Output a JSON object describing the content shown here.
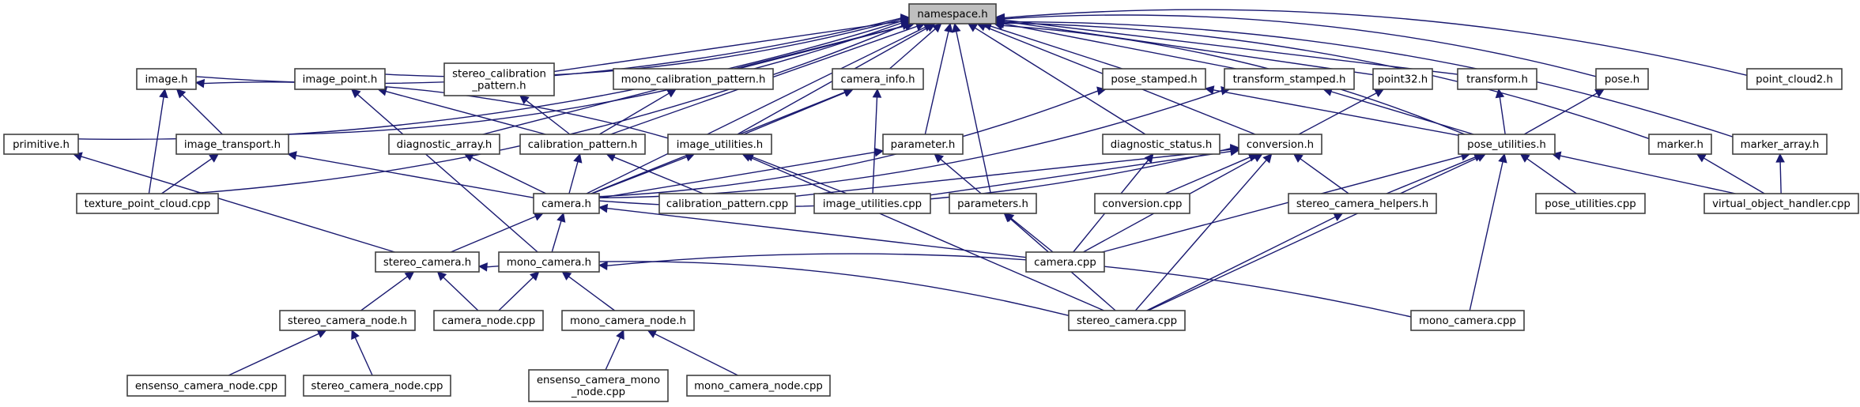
{
  "title": "namespace.h include dependency graph",
  "colors": {
    "edge": "#191970",
    "root_fill": "#bfbfbf",
    "node_fill": "#ffffff",
    "node_border": "#404040"
  },
  "nodes": [
    {
      "id": "namespace_h",
      "label": "namespace.h",
      "root": true
    },
    {
      "id": "image_h",
      "label": "image.h"
    },
    {
      "id": "image_point_h",
      "label": "image_point.h"
    },
    {
      "id": "stereo_calibration_pattern_h",
      "label": "stereo_calibration\n_pattern.h"
    },
    {
      "id": "mono_calibration_pattern_h",
      "label": "mono_calibration_pattern.h"
    },
    {
      "id": "camera_info_h",
      "label": "camera_info.h"
    },
    {
      "id": "pose_stamped_h",
      "label": "pose_stamped.h"
    },
    {
      "id": "transform_stamped_h",
      "label": "transform_stamped.h"
    },
    {
      "id": "point32_h",
      "label": "point32.h"
    },
    {
      "id": "transform_h",
      "label": "transform.h"
    },
    {
      "id": "pose_h",
      "label": "pose.h"
    },
    {
      "id": "point_cloud2_h",
      "label": "point_cloud2.h"
    },
    {
      "id": "primitive_h",
      "label": "primitive.h"
    },
    {
      "id": "image_transport_h",
      "label": "image_transport.h"
    },
    {
      "id": "diagnostic_array_h",
      "label": "diagnostic_array.h"
    },
    {
      "id": "calibration_pattern_h",
      "label": "calibration_pattern.h"
    },
    {
      "id": "image_utilities_h",
      "label": "image_utilities.h"
    },
    {
      "id": "parameter_h",
      "label": "parameter.h"
    },
    {
      "id": "diagnostic_status_h",
      "label": "diagnostic_status.h"
    },
    {
      "id": "conversion_h",
      "label": "conversion.h"
    },
    {
      "id": "pose_utilities_h",
      "label": "pose_utilities.h"
    },
    {
      "id": "marker_h",
      "label": "marker.h"
    },
    {
      "id": "marker_array_h",
      "label": "marker_array.h"
    },
    {
      "id": "texture_point_cloud_cpp",
      "label": "texture_point_cloud.cpp"
    },
    {
      "id": "camera_h",
      "label": "camera.h"
    },
    {
      "id": "calibration_pattern_cpp",
      "label": "calibration_pattern.cpp"
    },
    {
      "id": "image_utilities_cpp",
      "label": "image_utilities.cpp"
    },
    {
      "id": "parameters_h",
      "label": "parameters.h"
    },
    {
      "id": "conversion_cpp",
      "label": "conversion.cpp"
    },
    {
      "id": "stereo_camera_helpers_h",
      "label": "stereo_camera_helpers.h"
    },
    {
      "id": "pose_utilities_cpp",
      "label": "pose_utilities.cpp"
    },
    {
      "id": "virtual_object_handler_cpp",
      "label": "virtual_object_handler.cpp"
    },
    {
      "id": "stereo_camera_h",
      "label": "stereo_camera.h"
    },
    {
      "id": "mono_camera_h",
      "label": "mono_camera.h"
    },
    {
      "id": "camera_cpp",
      "label": "camera.cpp"
    },
    {
      "id": "stereo_camera_node_h",
      "label": "stereo_camera_node.h"
    },
    {
      "id": "camera_node_cpp",
      "label": "camera_node.cpp"
    },
    {
      "id": "mono_camera_node_h",
      "label": "mono_camera_node.h"
    },
    {
      "id": "stereo_camera_cpp",
      "label": "stereo_camera.cpp"
    },
    {
      "id": "mono_camera_cpp",
      "label": "mono_camera.cpp"
    },
    {
      "id": "ensenso_camera_node_cpp",
      "label": "ensenso_camera_node.cpp"
    },
    {
      "id": "stereo_camera_node_cpp",
      "label": "stereo_camera_node.cpp"
    },
    {
      "id": "ensenso_camera_mono_node_cpp",
      "label": "ensenso_camera_mono\n_node.cpp"
    },
    {
      "id": "mono_camera_node_cpp",
      "label": "mono_camera_node.cpp"
    }
  ],
  "edges": [
    [
      "image_h",
      "namespace_h"
    ],
    [
      "image_point_h",
      "namespace_h"
    ],
    [
      "stereo_calibration_pattern_h",
      "namespace_h"
    ],
    [
      "mono_calibration_pattern_h",
      "namespace_h"
    ],
    [
      "camera_info_h",
      "namespace_h"
    ],
    [
      "pose_stamped_h",
      "namespace_h"
    ],
    [
      "transform_stamped_h",
      "namespace_h"
    ],
    [
      "point32_h",
      "namespace_h"
    ],
    [
      "transform_h",
      "namespace_h"
    ],
    [
      "pose_h",
      "namespace_h"
    ],
    [
      "point_cloud2_h",
      "namespace_h"
    ],
    [
      "primitive_h",
      "namespace_h"
    ],
    [
      "image_transport_h",
      "namespace_h"
    ],
    [
      "diagnostic_array_h",
      "namespace_h"
    ],
    [
      "calibration_pattern_h",
      "namespace_h"
    ],
    [
      "image_utilities_h",
      "namespace_h"
    ],
    [
      "parameter_h",
      "namespace_h"
    ],
    [
      "diagnostic_status_h",
      "namespace_h"
    ],
    [
      "conversion_h",
      "namespace_h"
    ],
    [
      "pose_utilities_h",
      "namespace_h"
    ],
    [
      "marker_h",
      "namespace_h"
    ],
    [
      "marker_array_h",
      "namespace_h"
    ],
    [
      "texture_point_cloud_cpp",
      "namespace_h"
    ],
    [
      "camera_h",
      "namespace_h"
    ],
    [
      "parameters_h",
      "namespace_h"
    ],
    [
      "texture_point_cloud_cpp",
      "image_h"
    ],
    [
      "image_transport_h",
      "image_h"
    ],
    [
      "image_utilities_h",
      "image_h"
    ],
    [
      "texture_point_cloud_cpp",
      "image_transport_h"
    ],
    [
      "camera_h",
      "image_transport_h"
    ],
    [
      "calibration_pattern_h",
      "image_point_h"
    ],
    [
      "mono_camera_h",
      "image_point_h"
    ],
    [
      "calibration_pattern_h",
      "stereo_calibration_pattern_h"
    ],
    [
      "calibration_pattern_h",
      "mono_calibration_pattern_h"
    ],
    [
      "camera_h",
      "camera_info_h"
    ],
    [
      "image_utilities_h",
      "camera_info_h"
    ],
    [
      "image_utilities_cpp",
      "camera_info_h"
    ],
    [
      "camera_h",
      "pose_stamped_h"
    ],
    [
      "pose_utilities_h",
      "pose_stamped_h"
    ],
    [
      "camera_h",
      "transform_stamped_h"
    ],
    [
      "pose_utilities_h",
      "transform_stamped_h"
    ],
    [
      "conversion_h",
      "point32_h"
    ],
    [
      "pose_utilities_h",
      "transform_h"
    ],
    [
      "pose_utilities_h",
      "pose_h"
    ],
    [
      "stereo_camera_h",
      "primitive_h"
    ],
    [
      "camera_h",
      "diagnostic_array_h"
    ],
    [
      "camera_h",
      "calibration_pattern_h"
    ],
    [
      "calibration_pattern_cpp",
      "calibration_pattern_h"
    ],
    [
      "camera_h",
      "image_utilities_h"
    ],
    [
      "image_utilities_cpp",
      "image_utilities_h"
    ],
    [
      "stereo_camera_cpp",
      "image_utilities_h"
    ],
    [
      "camera_h",
      "parameter_h"
    ],
    [
      "parameters_h",
      "parameter_h"
    ],
    [
      "camera_cpp",
      "diagnostic_status_h"
    ],
    [
      "camera_h",
      "conversion_h"
    ],
    [
      "calibration_pattern_cpp",
      "conversion_h"
    ],
    [
      "image_utilities_cpp",
      "conversion_h"
    ],
    [
      "conversion_cpp",
      "conversion_h"
    ],
    [
      "stereo_camera_helpers_h",
      "conversion_h"
    ],
    [
      "camera_cpp",
      "conversion_h"
    ],
    [
      "stereo_camera_cpp",
      "conversion_h"
    ],
    [
      "stereo_camera_helpers_h",
      "pose_utilities_h"
    ],
    [
      "pose_utilities_cpp",
      "pose_utilities_h"
    ],
    [
      "virtual_object_handler_cpp",
      "pose_utilities_h"
    ],
    [
      "camera_cpp",
      "pose_utilities_h"
    ],
    [
      "stereo_camera_cpp",
      "pose_utilities_h"
    ],
    [
      "mono_camera_cpp",
      "pose_utilities_h"
    ],
    [
      "virtual_object_handler_cpp",
      "marker_h"
    ],
    [
      "virtual_object_handler_cpp",
      "marker_array_h"
    ],
    [
      "stereo_camera_h",
      "camera_h"
    ],
    [
      "mono_camera_h",
      "camera_h"
    ],
    [
      "camera_cpp",
      "camera_h"
    ],
    [
      "camera_cpp",
      "parameters_h"
    ],
    [
      "stereo_camera_cpp",
      "parameters_h"
    ],
    [
      "stereo_camera_cpp",
      "stereo_camera_helpers_h"
    ],
    [
      "stereo_camera_node_h",
      "stereo_camera_h"
    ],
    [
      "camera_node_cpp",
      "stereo_camera_h"
    ],
    [
      "stereo_camera_cpp",
      "stereo_camera_h"
    ],
    [
      "camera_node_cpp",
      "mono_camera_h"
    ],
    [
      "mono_camera_node_h",
      "mono_camera_h"
    ],
    [
      "mono_camera_cpp",
      "mono_camera_h"
    ],
    [
      "ensenso_camera_node_cpp",
      "stereo_camera_node_h"
    ],
    [
      "stereo_camera_node_cpp",
      "stereo_camera_node_h"
    ],
    [
      "ensenso_camera_mono_node_cpp",
      "mono_camera_node_h"
    ],
    [
      "mono_camera_node_cpp",
      "mono_camera_node_h"
    ]
  ]
}
